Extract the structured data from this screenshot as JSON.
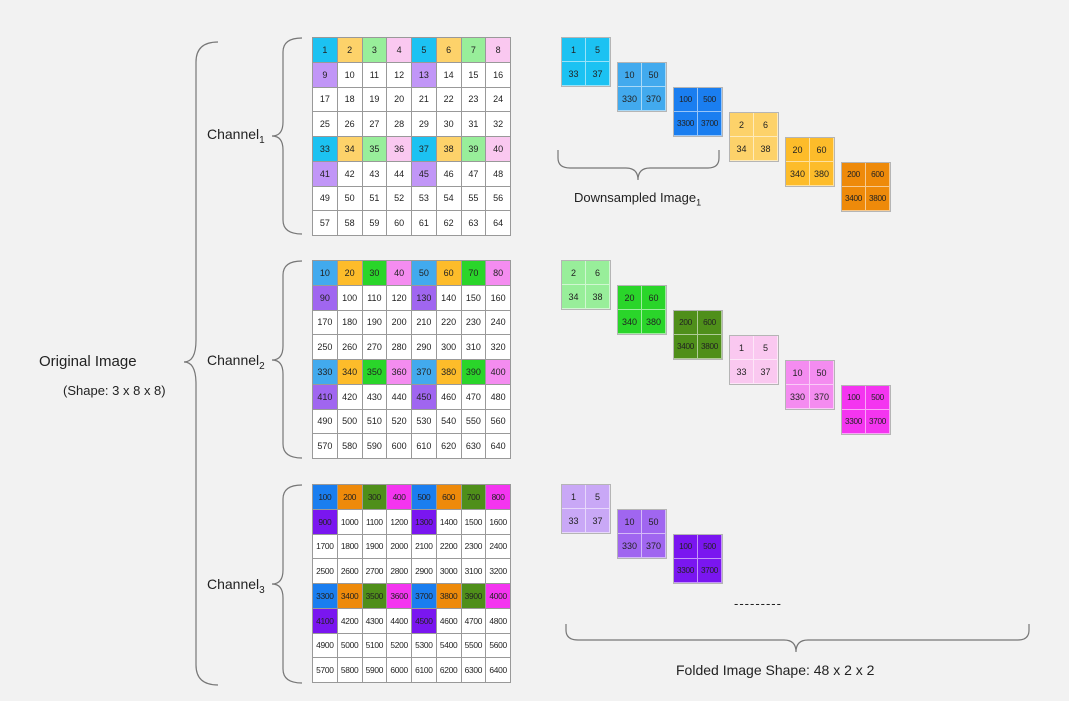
{
  "labels": {
    "original_image": "Original Image",
    "original_shape": "(Shape: 3 x 8 x 8)",
    "channel": "Channel",
    "channel_subs": [
      "1",
      "2",
      "3"
    ],
    "downsampled": "Downsampled Image",
    "downsampled_sub": "1",
    "folded_shape": "Folded Image Shape: 48 x 2 x 2",
    "dashes": "---------"
  },
  "colors": {
    "light": {
      "blue": "#1cc2f2",
      "yellow": "#fdd26a",
      "green": "#98ee9a",
      "pink": "#fac8f0",
      "purple": "#c196f7",
      "orange": "#fbaa2a",
      "violet": "#c9a8f6"
    },
    "mid": {
      "blue": "#42aaee",
      "yellow": "#fdbc2a",
      "green": "#2ad52a",
      "pink": "#f48cf0",
      "purple": "#a066f0",
      "orange": "#ef9a1a"
    },
    "dark": {
      "blue": "#1a7ef0",
      "orange": "#ee8a0a",
      "green": "#4f8f1a",
      "magenta": "#f435f0",
      "purple": "#7a16f0",
      "teal": "#3a9ae8"
    }
  },
  "channels": [
    {
      "values": [
        [
          "1",
          "2",
          "3",
          "4",
          "5",
          "6",
          "7",
          "8"
        ],
        [
          "9",
          "10",
          "11",
          "12",
          "13",
          "14",
          "15",
          "16"
        ],
        [
          "17",
          "18",
          "19",
          "20",
          "21",
          "22",
          "23",
          "24"
        ],
        [
          "25",
          "26",
          "27",
          "28",
          "29",
          "30",
          "31",
          "32"
        ],
        [
          "33",
          "34",
          "35",
          "36",
          "37",
          "38",
          "39",
          "40"
        ],
        [
          "41",
          "42",
          "43",
          "44",
          "45",
          "46",
          "47",
          "48"
        ],
        [
          "49",
          "50",
          "51",
          "52",
          "53",
          "54",
          "55",
          "56"
        ],
        [
          "57",
          "58",
          "59",
          "60",
          "61",
          "62",
          "63",
          "64"
        ]
      ],
      "highlights": {
        "0,0": "#1cc2f2",
        "0,1": "#fdd26a",
        "0,2": "#98ee9a",
        "0,3": "#fac8f0",
        "0,4": "#1cc2f2",
        "0,5": "#fdd26a",
        "0,6": "#98ee9a",
        "0,7": "#fac8f0",
        "1,0": "#c196f7",
        "1,4": "#c196f7",
        "4,0": "#1cc2f2",
        "4,1": "#fdd26a",
        "4,2": "#98ee9a",
        "4,3": "#fac8f0",
        "4,4": "#1cc2f2",
        "4,5": "#fdd26a",
        "4,6": "#98ee9a",
        "4,7": "#fac8f0",
        "5,0": "#c196f7",
        "5,4": "#c196f7"
      }
    },
    {
      "values": [
        [
          "10",
          "20",
          "30",
          "40",
          "50",
          "60",
          "70",
          "80"
        ],
        [
          "90",
          "100",
          "110",
          "120",
          "130",
          "140",
          "150",
          "160"
        ],
        [
          "170",
          "180",
          "190",
          "200",
          "210",
          "220",
          "230",
          "240"
        ],
        [
          "250",
          "260",
          "270",
          "280",
          "290",
          "300",
          "310",
          "320"
        ],
        [
          "330",
          "340",
          "350",
          "360",
          "370",
          "380",
          "390",
          "400"
        ],
        [
          "410",
          "420",
          "430",
          "440",
          "450",
          "460",
          "470",
          "480"
        ],
        [
          "490",
          "500",
          "510",
          "520",
          "530",
          "540",
          "550",
          "560"
        ],
        [
          "570",
          "580",
          "590",
          "600",
          "610",
          "620",
          "630",
          "640"
        ]
      ],
      "highlights": {
        "0,0": "#42aaee",
        "0,1": "#fdbc2a",
        "0,2": "#2ad52a",
        "0,3": "#f48cf0",
        "0,4": "#42aaee",
        "0,5": "#fdbc2a",
        "0,6": "#2ad52a",
        "0,7": "#f48cf0",
        "1,0": "#a066f0",
        "1,4": "#a066f0",
        "4,0": "#42aaee",
        "4,1": "#fdbc2a",
        "4,2": "#2ad52a",
        "4,3": "#f48cf0",
        "4,4": "#42aaee",
        "4,5": "#fdbc2a",
        "4,6": "#2ad52a",
        "4,7": "#f48cf0",
        "5,0": "#a066f0",
        "5,4": "#a066f0"
      }
    },
    {
      "values": [
        [
          "100",
          "200",
          "300",
          "400",
          "500",
          "600",
          "700",
          "800"
        ],
        [
          "900",
          "1000",
          "1100",
          "1200",
          "1300",
          "1400",
          "1500",
          "1600"
        ],
        [
          "1700",
          "1800",
          "1900",
          "2000",
          "2100",
          "2200",
          "2300",
          "2400"
        ],
        [
          "2500",
          "2600",
          "2700",
          "2800",
          "2900",
          "3000",
          "3100",
          "3200"
        ],
        [
          "3300",
          "3400",
          "3500",
          "3600",
          "3700",
          "3800",
          "3900",
          "4000"
        ],
        [
          "4100",
          "4200",
          "4300",
          "4400",
          "4500",
          "4600",
          "4700",
          "4800"
        ],
        [
          "4900",
          "5000",
          "5100",
          "5200",
          "5300",
          "5400",
          "5500",
          "5600"
        ],
        [
          "5700",
          "5800",
          "5900",
          "6000",
          "6100",
          "6200",
          "6300",
          "6400"
        ]
      ],
      "highlights": {
        "0,0": "#1a7ef0",
        "0,1": "#ee8a0a",
        "0,2": "#4f8f1a",
        "0,3": "#f435f0",
        "0,4": "#1a7ef0",
        "0,5": "#ee8a0a",
        "0,6": "#4f8f1a",
        "0,7": "#f435f0",
        "1,0": "#7a16f0",
        "1,4": "#7a16f0",
        "4,0": "#1a7ef0",
        "4,1": "#ee8a0a",
        "4,2": "#4f8f1a",
        "4,3": "#f435f0",
        "4,4": "#1a7ef0",
        "4,5": "#ee8a0a",
        "4,6": "#4f8f1a",
        "4,7": "#f435f0",
        "5,0": "#7a16f0",
        "5,4": "#7a16f0"
      }
    }
  ],
  "folded_blocks": [
    {
      "values": [
        "1",
        "5",
        "33",
        "37"
      ],
      "color": "#1cc2f2"
    },
    {
      "values": [
        "10",
        "50",
        "330",
        "370"
      ],
      "color": "#42aaee"
    },
    {
      "values": [
        "100",
        "500",
        "3300",
        "3700"
      ],
      "color": "#1a7ef0"
    },
    {
      "values": [
        "2",
        "6",
        "34",
        "38"
      ],
      "color": "#fdd26a"
    },
    {
      "values": [
        "20",
        "60",
        "340",
        "380"
      ],
      "color": "#fdbc2a"
    },
    {
      "values": [
        "200",
        "600",
        "3400",
        "3800"
      ],
      "color": "#ee8a0a"
    },
    {
      "values": [
        "2",
        "6",
        "34",
        "38"
      ],
      "color": "#98ee9a"
    },
    {
      "values": [
        "20",
        "60",
        "340",
        "380"
      ],
      "color": "#2ad52a"
    },
    {
      "values": [
        "200",
        "600",
        "3400",
        "3800"
      ],
      "color": "#4f8f1a"
    },
    {
      "values": [
        "1",
        "5",
        "33",
        "37"
      ],
      "color": "#fac8f0"
    },
    {
      "values": [
        "10",
        "50",
        "330",
        "370"
      ],
      "color": "#f48cf0"
    },
    {
      "values": [
        "100",
        "500",
        "3300",
        "3700"
      ],
      "color": "#f435f0"
    },
    {
      "values": [
        "1",
        "5",
        "33",
        "37"
      ],
      "color": "#c9a8f6"
    },
    {
      "values": [
        "10",
        "50",
        "330",
        "370"
      ],
      "color": "#a066f0"
    },
    {
      "values": [
        "100",
        "500",
        "3300",
        "3700"
      ],
      "color": "#7a16f0"
    }
  ]
}
